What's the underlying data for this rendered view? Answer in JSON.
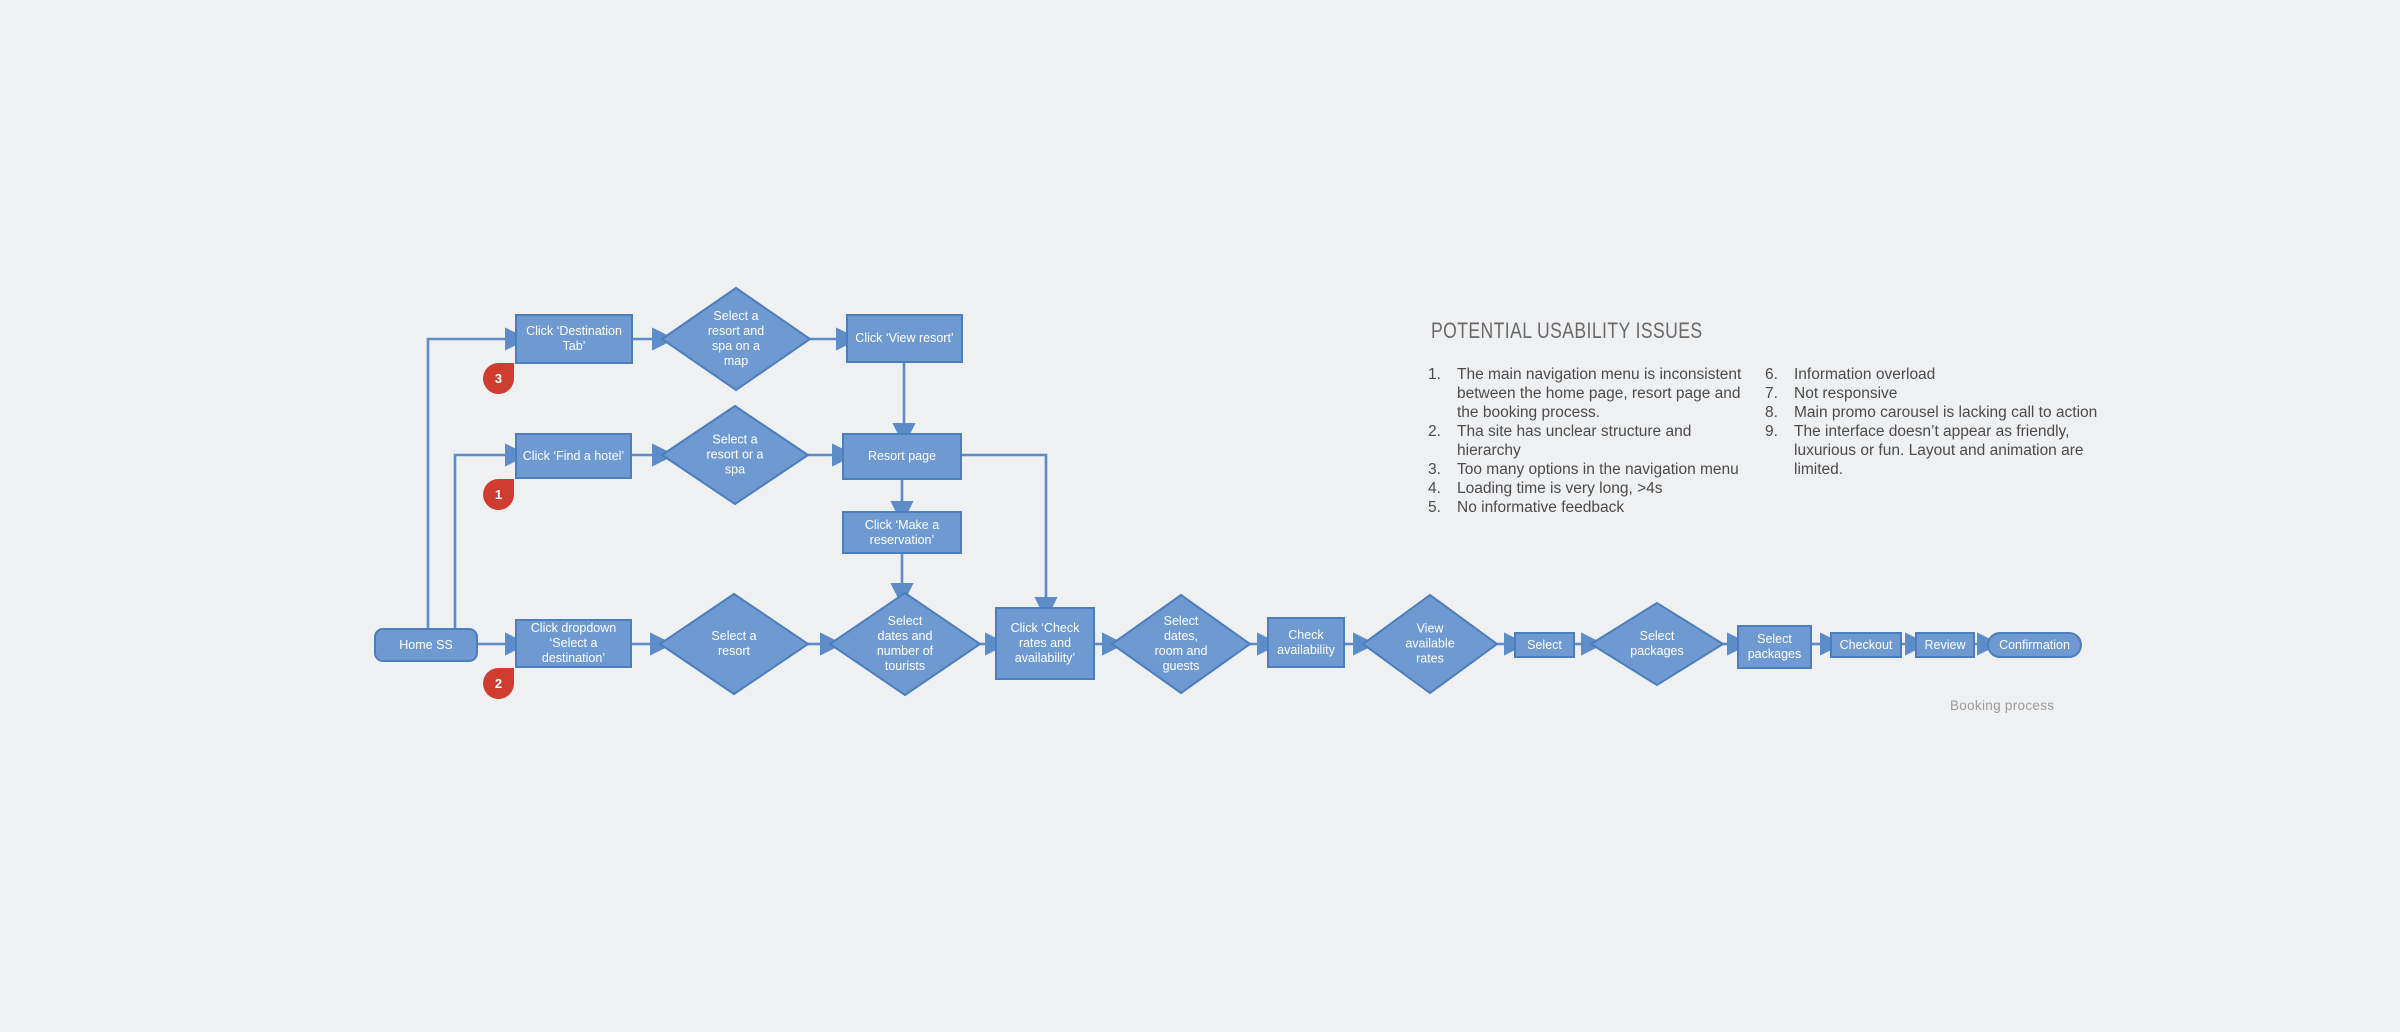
{
  "colors": {
    "background": "#eff0f2",
    "node_fill": "#6e9ad1",
    "node_border": "#4c7dbe",
    "connector": "#5c8dc9",
    "node_text": "#ffffff",
    "badge_red": "#cf3c30",
    "title_text": "#6a6a6a",
    "list_text": "#4b4b4b",
    "caption_text": "#9b9b9b"
  },
  "flow": {
    "nodes": {
      "destination_tab": {
        "label": "Click ‘Destination\nTab’"
      },
      "resort_spa_map": {
        "label": "Select a\nresort and\nspa on a\nmap"
      },
      "view_resort": {
        "label": "Click ‘View resort’"
      },
      "find_hotel": {
        "label": "Click ‘Find a hotel’"
      },
      "resort_or_spa": {
        "label": "Select a\nresort or a\nspa"
      },
      "resort_page": {
        "label": "Resort page"
      },
      "make_reservation": {
        "label": "Click ‘Make a\nreservation’"
      },
      "home_ss": {
        "label": "Home SS"
      },
      "click_dropdown": {
        "label": "Click dropdown\n‘Select a\ndestination’"
      },
      "select_resort": {
        "label": "Select a\nresort"
      },
      "dates_tourists": {
        "label": "Select\ndates and\nnumber of\ntourists"
      },
      "check_rates": {
        "label": "Click ‘Check\nrates and\navailability’"
      },
      "dates_room_guests": {
        "label": "Select\ndates,\nroom and\nguests"
      },
      "check_availability": {
        "label": "Check\navailability"
      },
      "view_rates": {
        "label": "View\navailable\nrates"
      },
      "select_small": {
        "label": "Select"
      },
      "select_packages_diamond": {
        "label": "Select\npackages"
      },
      "select_packages_box": {
        "label": "Select\npackages"
      },
      "checkout": {
        "label": "Checkout"
      },
      "review": {
        "label": "Review"
      },
      "confirmation": {
        "label": "Confirmation"
      }
    },
    "badges": {
      "b1": "1",
      "b2": "2",
      "b3": "3"
    },
    "caption": "Booking process"
  },
  "issues_panel": {
    "title": "POTENTIAL USABILITY ISSUES",
    "left": [
      {
        "num": "1.",
        "text": "The main navigation menu is inconsistent\nbetween the home page, resort page and\nthe booking process."
      },
      {
        "num": "2.",
        "text": "Tha site has unclear structure and hierarchy"
      },
      {
        "num": "3.",
        "text": "Too many options in the navigation menu"
      },
      {
        "num": "4.",
        "text": "Loading time is very long, >4s"
      },
      {
        "num": "5.",
        "text": "No informative feedback"
      }
    ],
    "right": [
      {
        "num": "6.",
        "text": "Information overload"
      },
      {
        "num": "7.",
        "text": "Not responsive"
      },
      {
        "num": "8.",
        "text": "Main promo carousel is lacking call to action"
      },
      {
        "num": "9.",
        "text": "The interface doesn’t appear as friendly,\nluxurious or fun. Layout and animation are\nlimited."
      }
    ]
  }
}
